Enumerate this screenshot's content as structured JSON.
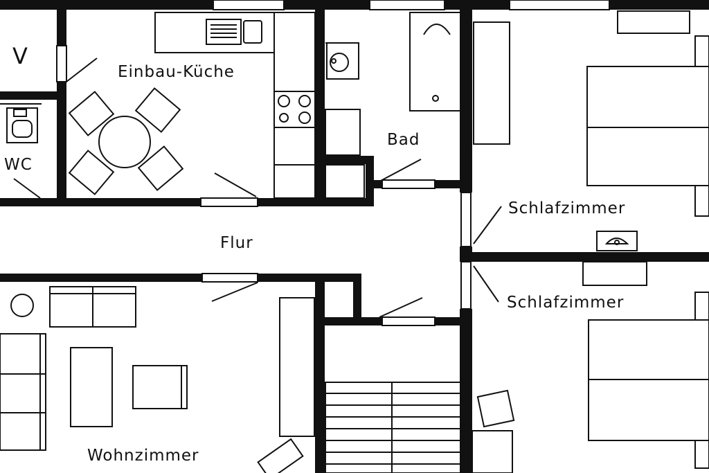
{
  "plan": {
    "rooms": {
      "storage": "V",
      "kitchen": "Einbau-Küche",
      "toilet": "WC",
      "bathroom": "Bad",
      "hallway": "Flur",
      "bedroom_1": "Schlafzimmer",
      "bedroom_2": "Schlafzimmer",
      "living_room": "Wohnzimmer"
    },
    "colors": {
      "ink": "#111111",
      "paper": "#ffffff"
    }
  }
}
